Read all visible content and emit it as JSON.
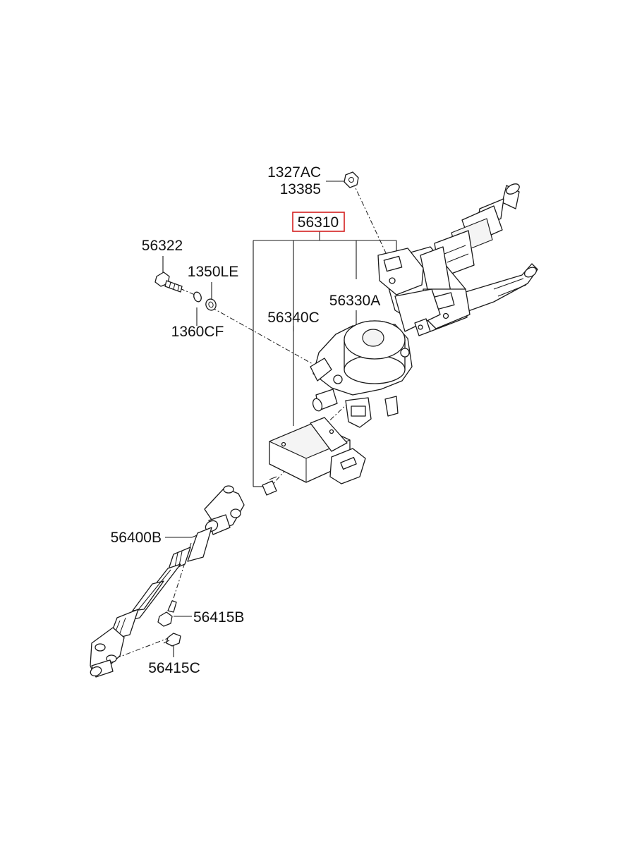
{
  "diagram": {
    "highlight_color": "#d42020",
    "labels": {
      "p1327ac": "1327AC",
      "p13385": "13385",
      "p56310": "56310",
      "p56322": "56322",
      "p1350le": "1350LE",
      "p1360cf": "1360CF",
      "p56330a": "56330A",
      "p56340c": "56340C",
      "p56400b": "56400B",
      "p56415b": "56415B",
      "p56415c": "56415C"
    }
  }
}
